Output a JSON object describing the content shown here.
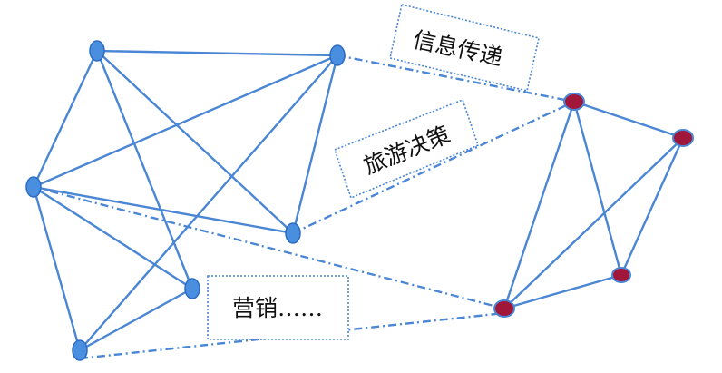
{
  "labels": {
    "message": "信息传递",
    "travel": "旅游决策",
    "marketing": "营销……"
  },
  "colors": {
    "line": "#4a86d4",
    "node_left": "#4a8ee0",
    "node_right": "#a0173a"
  }
}
